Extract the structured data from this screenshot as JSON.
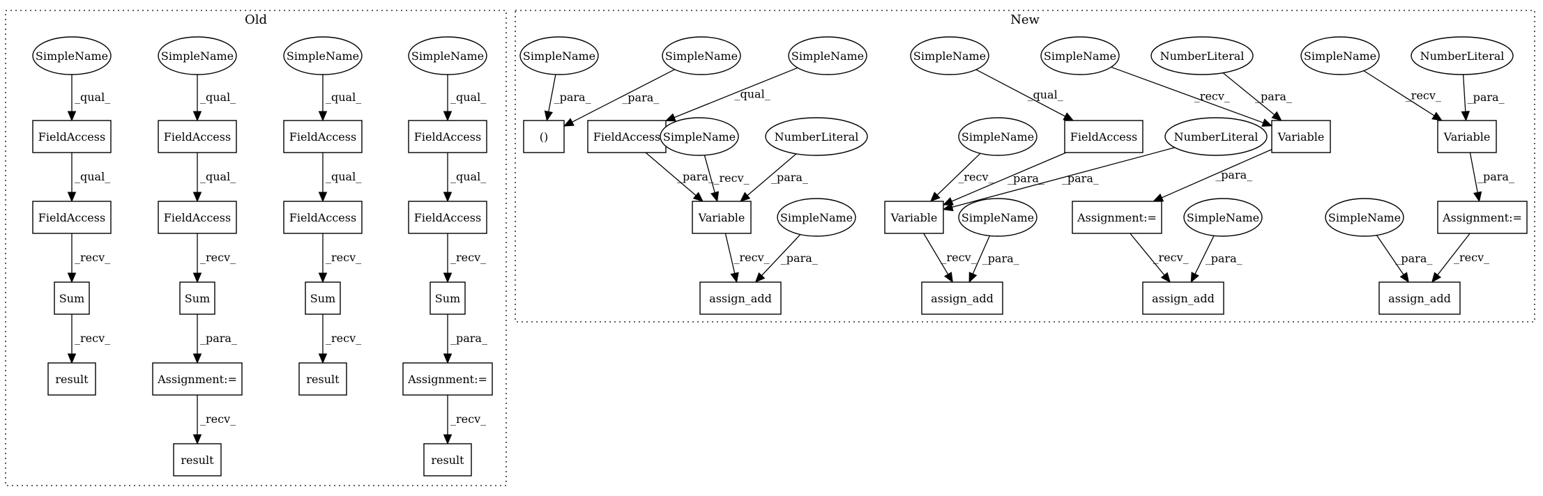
{
  "clusters": [
    {
      "id": "old",
      "label": "Old"
    },
    {
      "id": "new",
      "label": "New"
    }
  ],
  "nodes": [
    {
      "id": "o1",
      "label": "SimpleName",
      "shape": "ellipse"
    },
    {
      "id": "o2",
      "label": "FieldAccess",
      "shape": "box"
    },
    {
      "id": "o3",
      "label": "FieldAccess",
      "shape": "box"
    },
    {
      "id": "o4",
      "label": "Sum",
      "shape": "box"
    },
    {
      "id": "o5",
      "label": "result",
      "shape": "box"
    },
    {
      "id": "o6",
      "label": "SimpleName",
      "shape": "ellipse"
    },
    {
      "id": "o7",
      "label": "FieldAccess",
      "shape": "box"
    },
    {
      "id": "o8",
      "label": "FieldAccess",
      "shape": "box"
    },
    {
      "id": "o9",
      "label": "Sum",
      "shape": "box"
    },
    {
      "id": "o10",
      "label": "Assignment:=",
      "shape": "box"
    },
    {
      "id": "o11",
      "label": "result",
      "shape": "box"
    },
    {
      "id": "o12",
      "label": "SimpleName",
      "shape": "ellipse"
    },
    {
      "id": "o13",
      "label": "FieldAccess",
      "shape": "box"
    },
    {
      "id": "o14",
      "label": "FieldAccess",
      "shape": "box"
    },
    {
      "id": "o15",
      "label": "Sum",
      "shape": "box"
    },
    {
      "id": "o16",
      "label": "result",
      "shape": "box"
    },
    {
      "id": "o17",
      "label": "SimpleName",
      "shape": "ellipse"
    },
    {
      "id": "o18",
      "label": "FieldAccess",
      "shape": "box"
    },
    {
      "id": "o19",
      "label": "FieldAccess",
      "shape": "box"
    },
    {
      "id": "o20",
      "label": "Sum",
      "shape": "box"
    },
    {
      "id": "o21",
      "label": "Assignment:=",
      "shape": "box"
    },
    {
      "id": "o22",
      "label": "result",
      "shape": "box"
    },
    {
      "id": "n1",
      "label": "SimpleName",
      "shape": "ellipse"
    },
    {
      "id": "n2",
      "label": "SimpleName",
      "shape": "ellipse"
    },
    {
      "id": "n3",
      "label": "SimpleName",
      "shape": "ellipse"
    },
    {
      "id": "n4",
      "label": "()",
      "shape": "box"
    },
    {
      "id": "n5",
      "label": "FieldAccess",
      "shape": "box"
    },
    {
      "id": "n6",
      "label": "SimpleName",
      "shape": "ellipse"
    },
    {
      "id": "n7",
      "label": "NumberLiteral",
      "shape": "ellipse"
    },
    {
      "id": "n8",
      "label": "Variable",
      "shape": "box"
    },
    {
      "id": "n9",
      "label": "SimpleName",
      "shape": "ellipse"
    },
    {
      "id": "n10",
      "label": "assign_add",
      "shape": "box"
    },
    {
      "id": "n11",
      "label": "SimpleName",
      "shape": "ellipse"
    },
    {
      "id": "n12",
      "label": "FieldAccess",
      "shape": "box"
    },
    {
      "id": "n13",
      "label": "SimpleName",
      "shape": "ellipse"
    },
    {
      "id": "n14",
      "label": "NumberLiteral",
      "shape": "ellipse"
    },
    {
      "id": "n15",
      "label": "Variable",
      "shape": "box"
    },
    {
      "id": "n16",
      "label": "SimpleName",
      "shape": "ellipse"
    },
    {
      "id": "n17",
      "label": "assign_add",
      "shape": "box"
    },
    {
      "id": "n18",
      "label": "SimpleName",
      "shape": "ellipse"
    },
    {
      "id": "n19",
      "label": "NumberLiteral",
      "shape": "ellipse"
    },
    {
      "id": "n20",
      "label": "Variable",
      "shape": "box"
    },
    {
      "id": "n21",
      "label": "Assignment:=",
      "shape": "box"
    },
    {
      "id": "n22",
      "label": "SimpleName",
      "shape": "ellipse"
    },
    {
      "id": "n23",
      "label": "assign_add",
      "shape": "box"
    },
    {
      "id": "n24",
      "label": "SimpleName",
      "shape": "ellipse"
    },
    {
      "id": "n25",
      "label": "NumberLiteral",
      "shape": "ellipse"
    },
    {
      "id": "n26",
      "label": "Variable",
      "shape": "box"
    },
    {
      "id": "n27",
      "label": "Assignment:=",
      "shape": "box"
    },
    {
      "id": "n28",
      "label": "SimpleName",
      "shape": "ellipse"
    },
    {
      "id": "n29",
      "label": "assign_add",
      "shape": "box"
    }
  ],
  "edges": [
    {
      "from": "o1",
      "to": "o2",
      "label": "_qual_"
    },
    {
      "from": "o2",
      "to": "o3",
      "label": "_qual_"
    },
    {
      "from": "o3",
      "to": "o4",
      "label": "_recv_"
    },
    {
      "from": "o4",
      "to": "o5",
      "label": "_recv_"
    },
    {
      "from": "o6",
      "to": "o7",
      "label": "_qual_"
    },
    {
      "from": "o7",
      "to": "o8",
      "label": "_qual_"
    },
    {
      "from": "o8",
      "to": "o9",
      "label": "_recv_"
    },
    {
      "from": "o9",
      "to": "o10",
      "label": "_para_"
    },
    {
      "from": "o10",
      "to": "o11",
      "label": "_recv_"
    },
    {
      "from": "o12",
      "to": "o13",
      "label": "_qual_"
    },
    {
      "from": "o13",
      "to": "o14",
      "label": "_qual_"
    },
    {
      "from": "o14",
      "to": "o15",
      "label": "_recv_"
    },
    {
      "from": "o15",
      "to": "o16",
      "label": "_recv_"
    },
    {
      "from": "o17",
      "to": "o18",
      "label": "_qual_"
    },
    {
      "from": "o18",
      "to": "o19",
      "label": "_qual_"
    },
    {
      "from": "o19",
      "to": "o20",
      "label": "_recv_"
    },
    {
      "from": "o20",
      "to": "o21",
      "label": "_para_"
    },
    {
      "from": "o21",
      "to": "o22",
      "label": "_recv_"
    },
    {
      "from": "n1",
      "to": "n4",
      "label": "_para_"
    },
    {
      "from": "n2",
      "to": "n4",
      "label": "_para_"
    },
    {
      "from": "n3",
      "to": "n5",
      "label": "_qual_"
    },
    {
      "from": "n5",
      "to": "n8",
      "label": "_para_"
    },
    {
      "from": "n6",
      "to": "n8",
      "label": "_recv_"
    },
    {
      "from": "n7",
      "to": "n8",
      "label": "_para_"
    },
    {
      "from": "n8",
      "to": "n10",
      "label": "_recv_"
    },
    {
      "from": "n9",
      "to": "n10",
      "label": "_para_"
    },
    {
      "from": "n11",
      "to": "n12",
      "label": "_qual_"
    },
    {
      "from": "n12",
      "to": "n15",
      "label": "_para_"
    },
    {
      "from": "n13",
      "to": "n15",
      "label": "_recv_"
    },
    {
      "from": "n14",
      "to": "n15",
      "label": "_para_"
    },
    {
      "from": "n15",
      "to": "n17",
      "label": "_recv_"
    },
    {
      "from": "n16",
      "to": "n17",
      "label": "_para_"
    },
    {
      "from": "n18",
      "to": "n20",
      "label": "_recv_"
    },
    {
      "from": "n19",
      "to": "n20",
      "label": "_para_"
    },
    {
      "from": "n20",
      "to": "n21",
      "label": "_para_"
    },
    {
      "from": "n21",
      "to": "n23",
      "label": "_recv_"
    },
    {
      "from": "n22",
      "to": "n23",
      "label": "_para_"
    },
    {
      "from": "n24",
      "to": "n26",
      "label": "_recv_"
    },
    {
      "from": "n25",
      "to": "n26",
      "label": "_para_"
    },
    {
      "from": "n26",
      "to": "n27",
      "label": "_para_"
    },
    {
      "from": "n27",
      "to": "n29",
      "label": "_recv_"
    },
    {
      "from": "n28",
      "to": "n29",
      "label": "_para_"
    }
  ]
}
